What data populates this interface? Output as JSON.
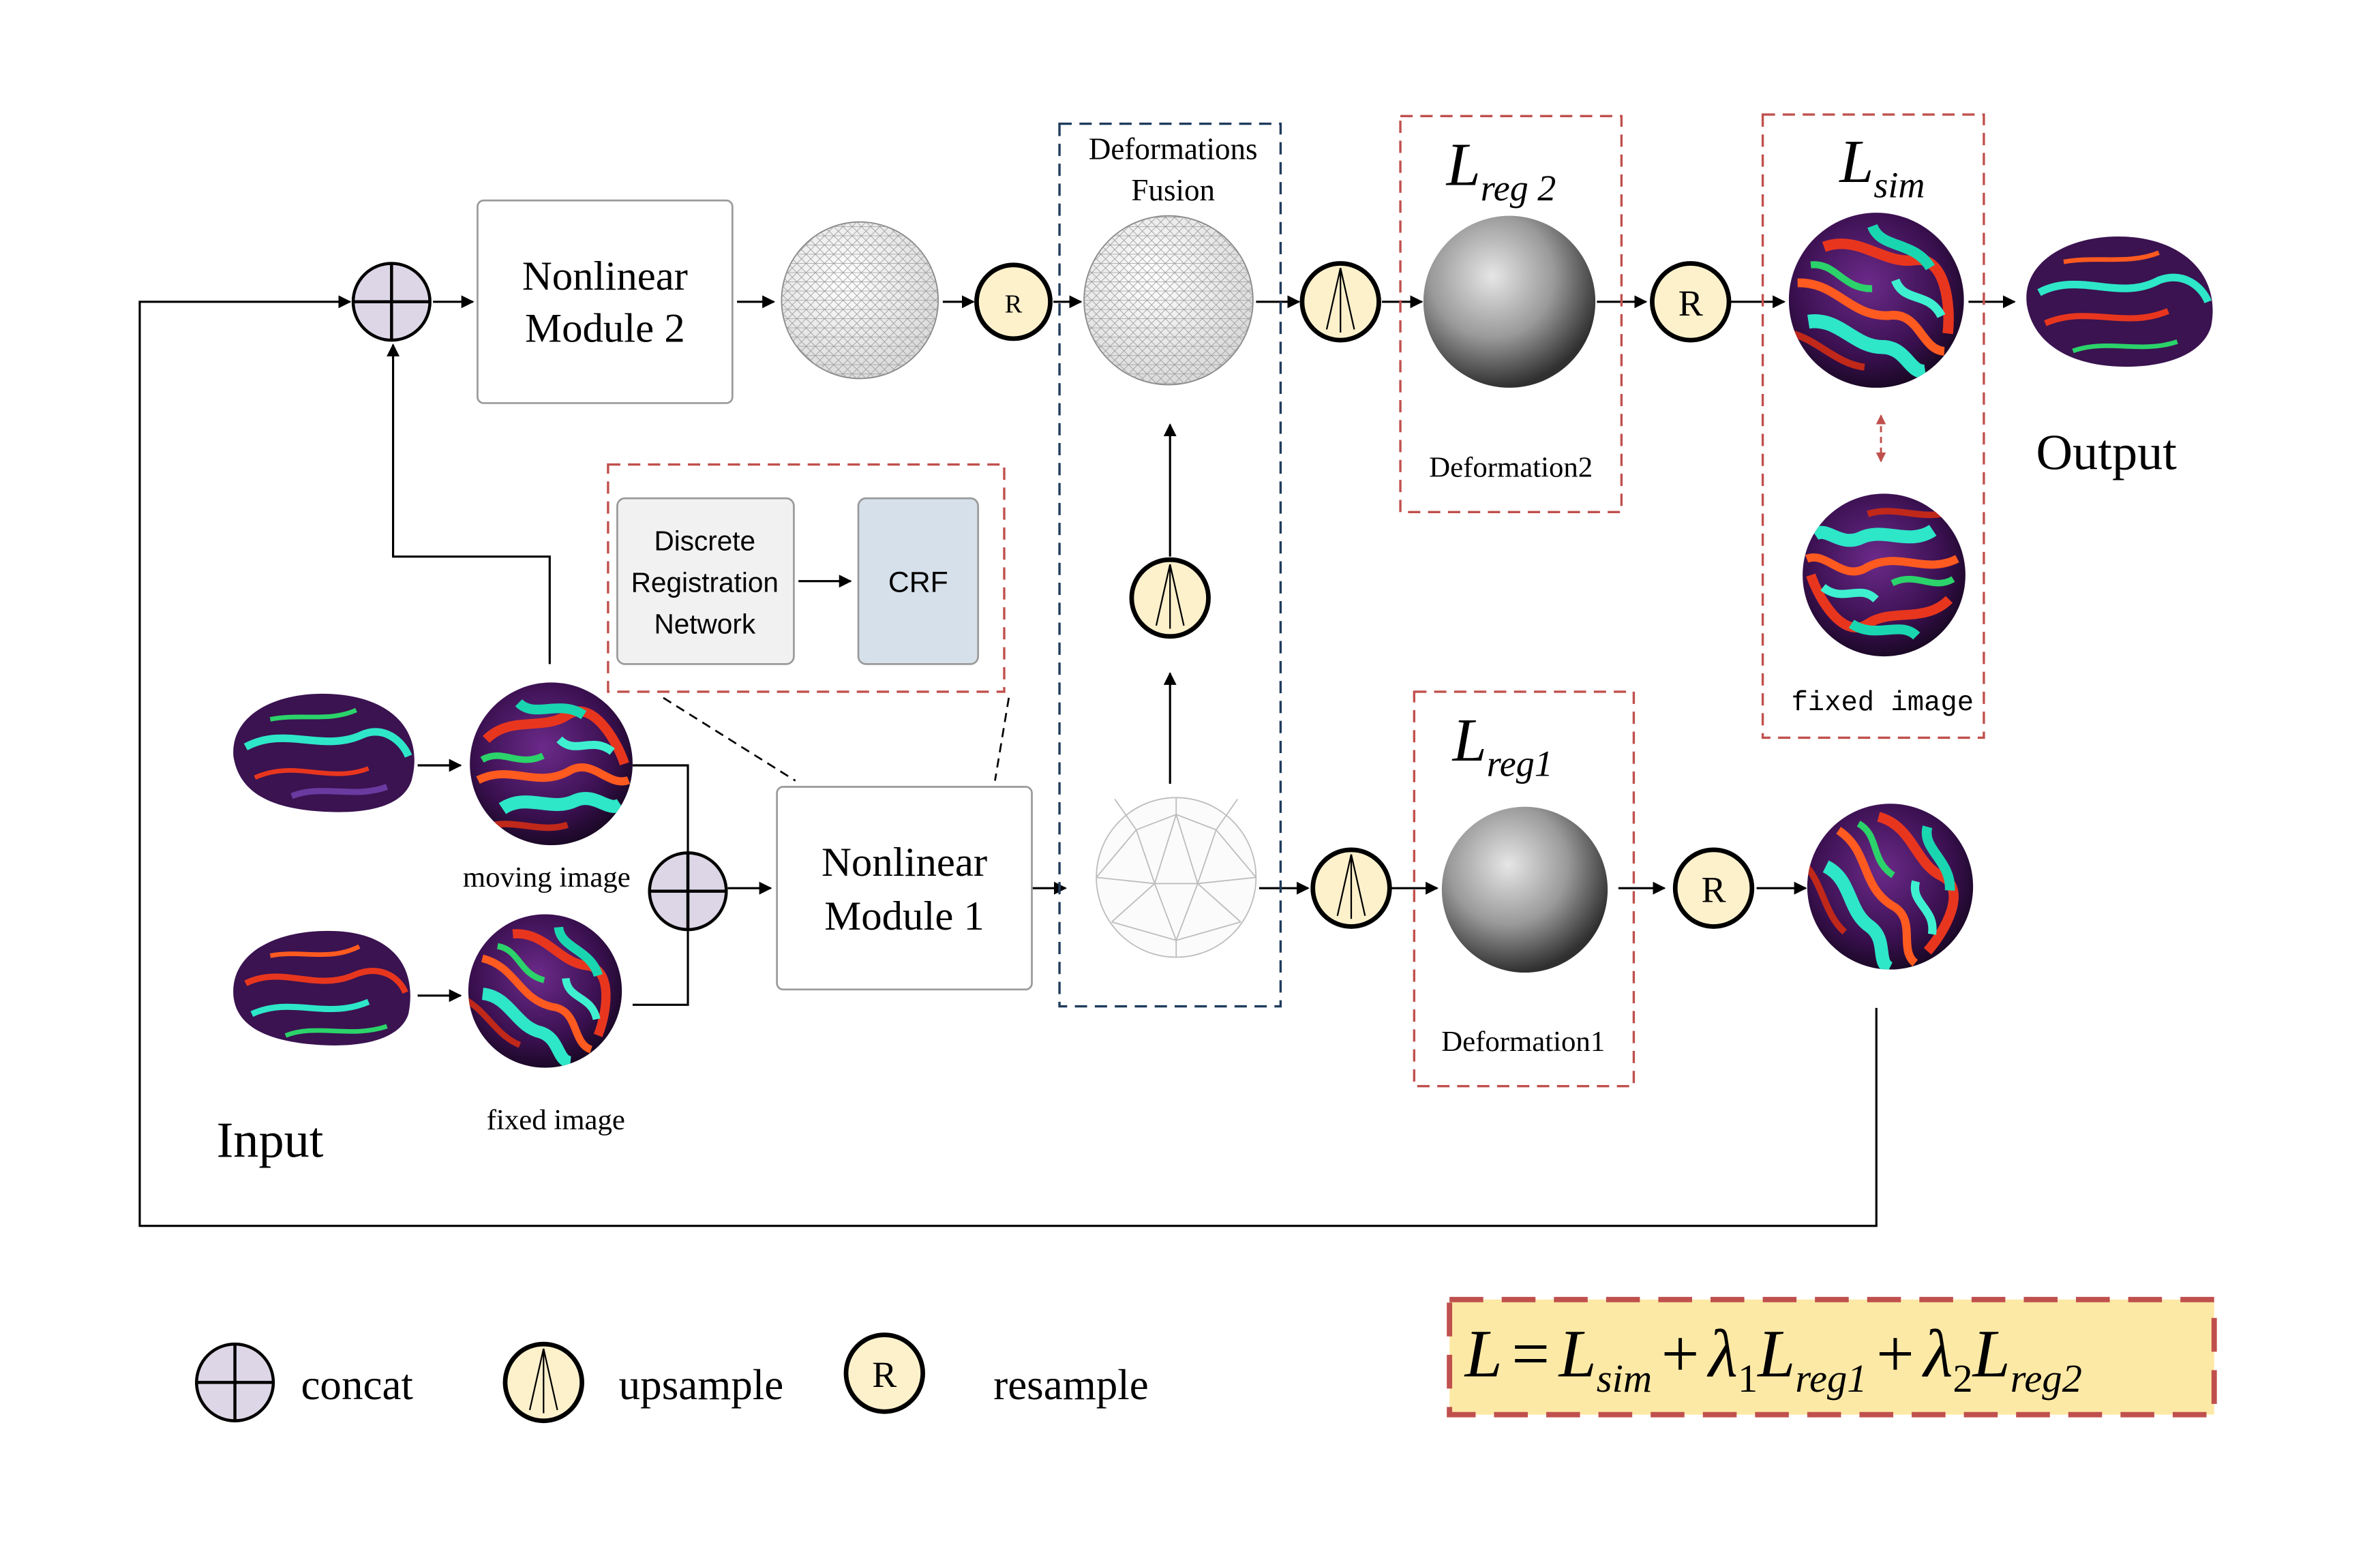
{
  "modules": {
    "nonlinear2": {
      "line1": "Nonlinear",
      "line2": "Module 2"
    },
    "nonlinear1": {
      "line1": "Nonlinear",
      "line2": "Module 1"
    },
    "discrete": {
      "line1": "Discrete",
      "line2": "Registration",
      "line3": "Network"
    },
    "crf": "CRF"
  },
  "fusion": {
    "line1": "Deformations",
    "line2": "Fusion"
  },
  "loss_labels": {
    "reg2": {
      "main": "L",
      "sub": "reg 2"
    },
    "reg1": {
      "main": "L",
      "sub": "reg1"
    },
    "sim": {
      "main": "L",
      "sub": "sim"
    }
  },
  "deformation_labels": {
    "d2": "Deformation2",
    "d1": "Deformation1"
  },
  "image_labels": {
    "moving": "moving image",
    "fixed_input": "fixed image",
    "fixed_sim": "fixed image"
  },
  "section_labels": {
    "input": "Input",
    "output": "Output"
  },
  "resample_symbol": "R",
  "legend": {
    "concat": "concat",
    "upsample": "upsample",
    "resample": "resample",
    "resample_symbol": "R"
  },
  "formula": {
    "lhs": "L",
    "eq": "=",
    "L": "L",
    "sim": "sim",
    "plus": "+",
    "lambda": "λ",
    "one": "1",
    "two": "2",
    "reg1": "reg1",
    "reg2": "reg2"
  },
  "colors": {
    "concat_fill": "#ddd6e6",
    "op_fill": "#fdf1cc",
    "crf_fill": "#d6e0ea",
    "discrete_fill": "#f1f1f1",
    "formula_fill": "#fde9a6",
    "red_dash": "#c0504d",
    "blue_dash": "#1f3b5c"
  },
  "icons": [
    "concat-icon",
    "upsample-icon",
    "resample-icon",
    "sphere-mesh",
    "brain-surface",
    "feature-map-sphere"
  ]
}
